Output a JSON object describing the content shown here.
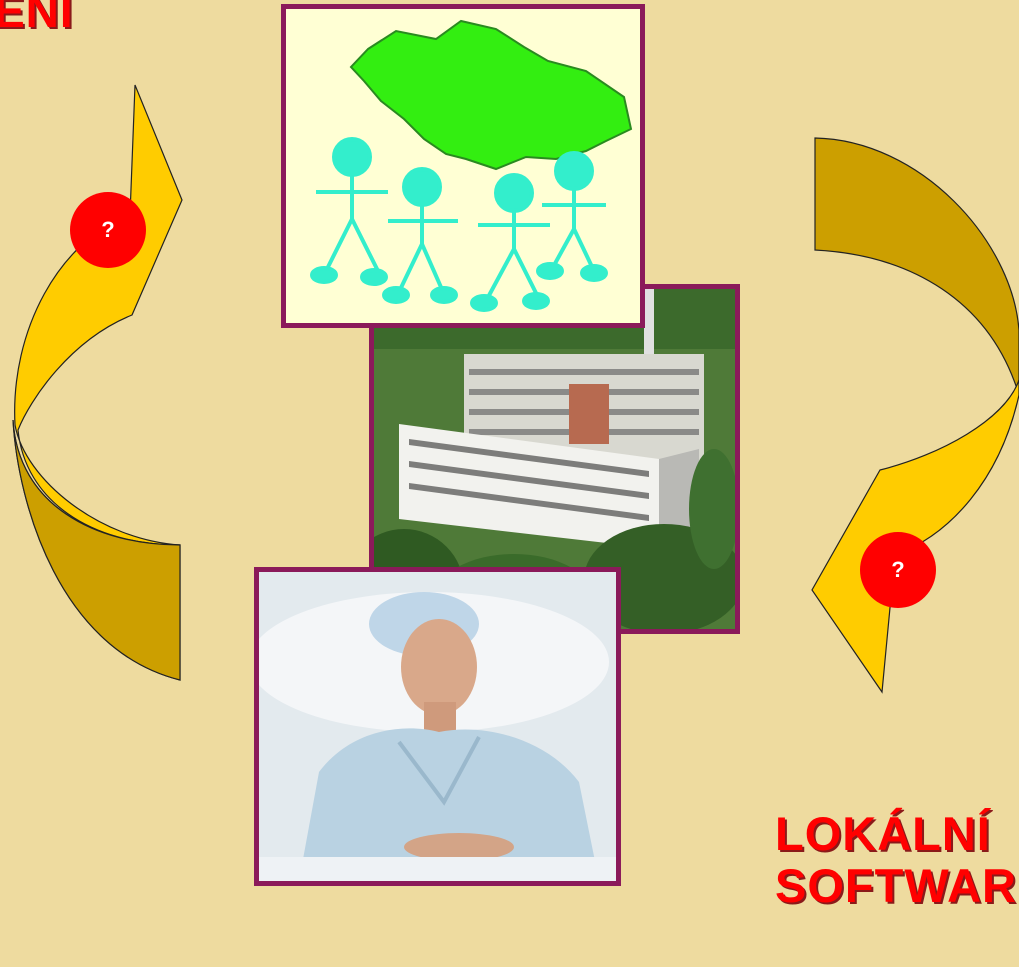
{
  "slide": {
    "top_left_text": "ENÍ",
    "bottom_right_text_line1": "LOKÁLNÍ",
    "bottom_right_text_line2": "SOFTWARE"
  },
  "badges": {
    "left_label": "?",
    "right_label": "?"
  },
  "colors": {
    "background": "#eedb9f",
    "arrow_gold": "#ffcc00",
    "arrow_dark": "#cc9f00",
    "frame_border": "#8b1a5a",
    "text_red": "#ff0000",
    "map_green": "#33ee11",
    "people_cyan": "#33eecc"
  },
  "images": {
    "map": "czech-map-with-people-illustration",
    "hospital": "hospital-building-photo",
    "patient": "patient-in-bed-photo"
  }
}
